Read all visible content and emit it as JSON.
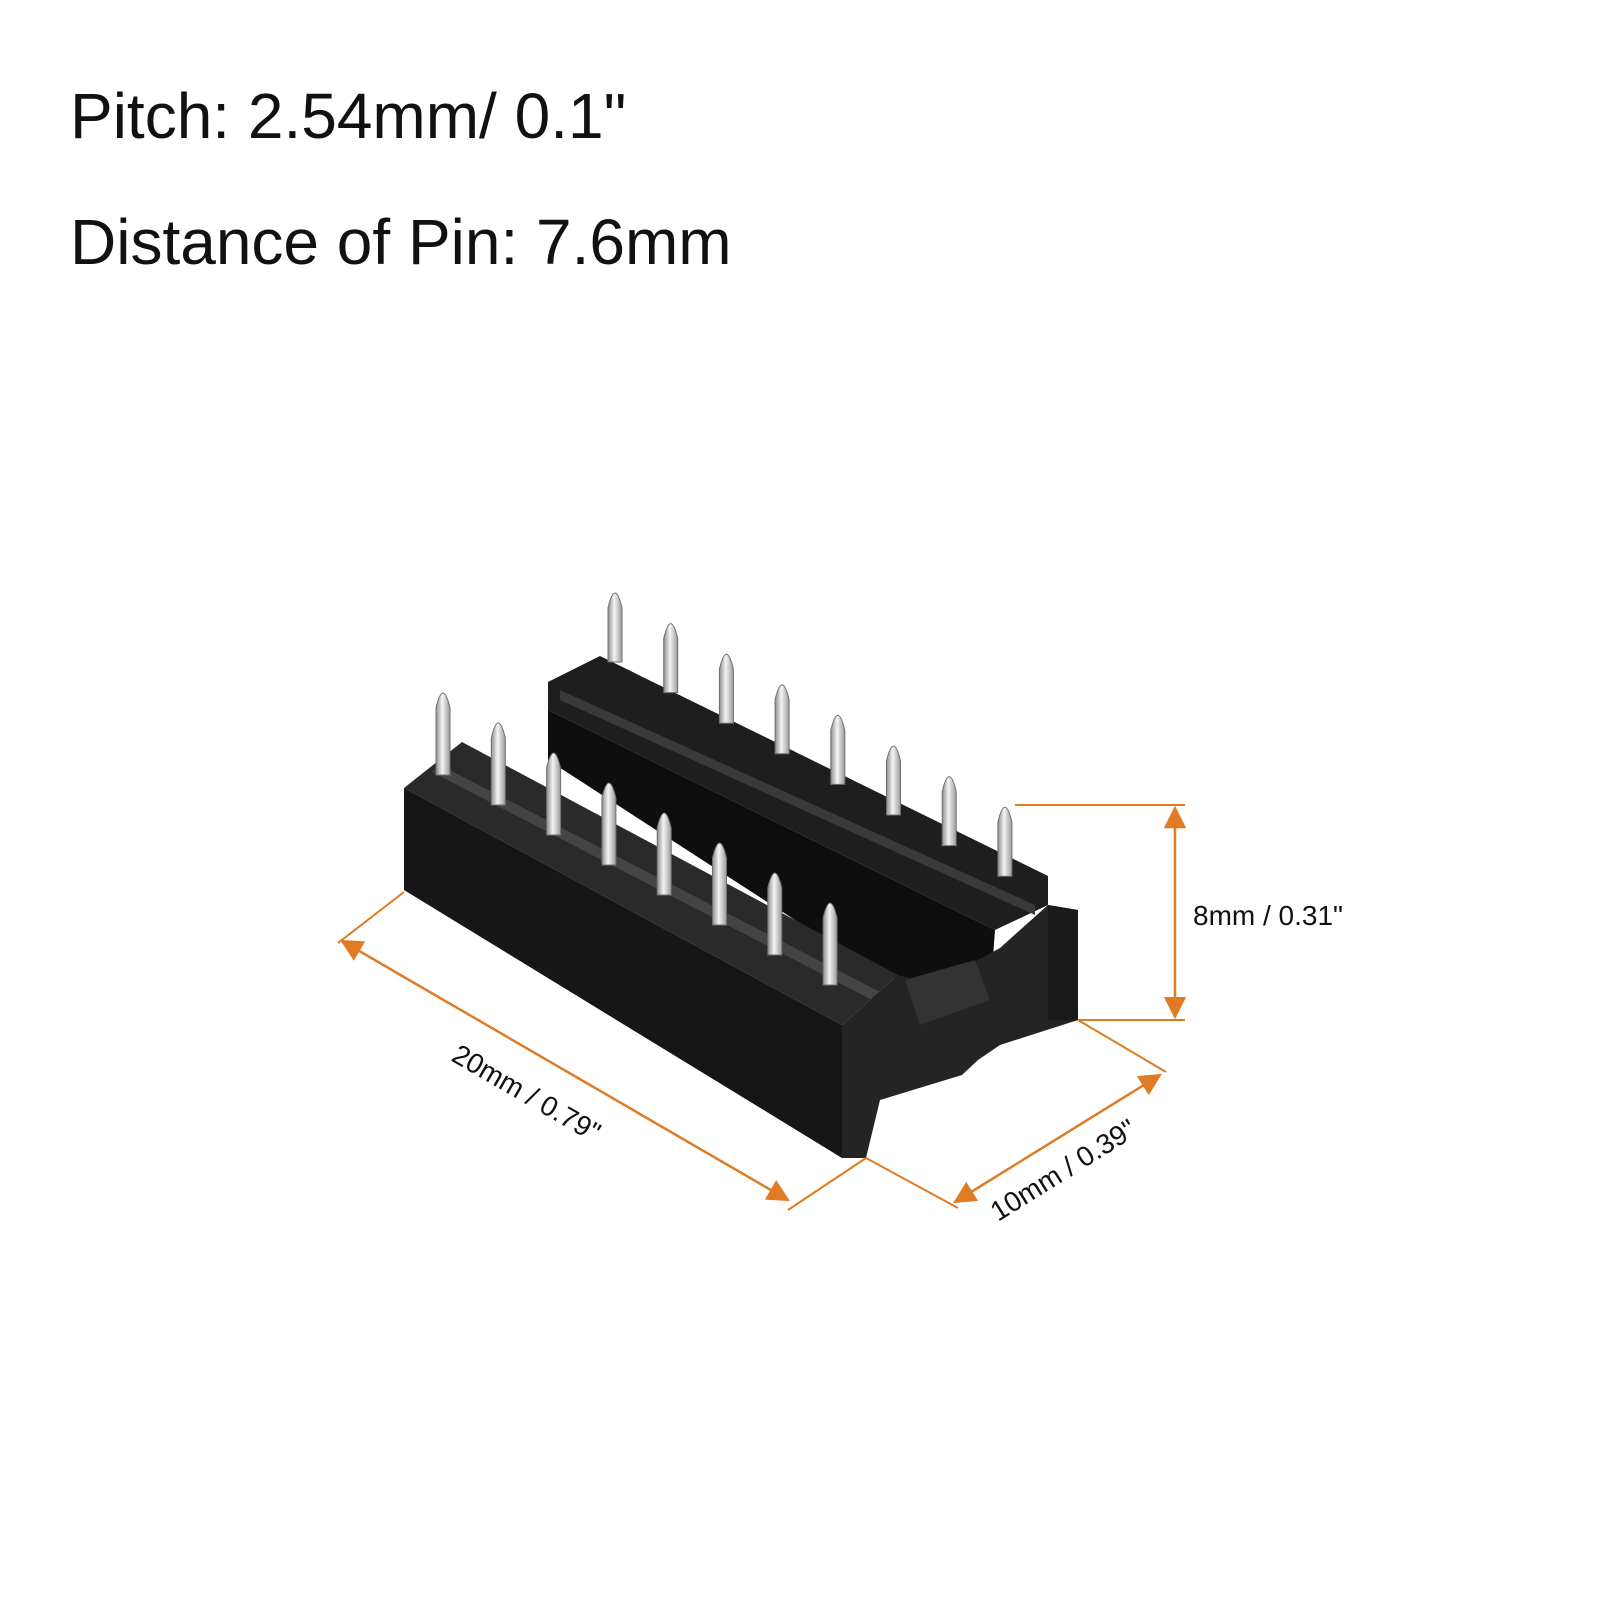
{
  "specs": {
    "pitch": "Pitch: 2.54mm/ 0.1\"",
    "distance_of_pin": "Distance of Pin: 7.6mm"
  },
  "dimensions": {
    "height": "8mm / 0.31\"",
    "length": "20mm / 0.79\"",
    "width": "10mm / 0.39\""
  },
  "colors": {
    "dimension_line": "#E07B24",
    "label_text": "#111111",
    "socket_body": "#1b1b1b",
    "pin": "#c9c9c9"
  },
  "product": {
    "pins_per_row": 8,
    "rows": 2
  }
}
